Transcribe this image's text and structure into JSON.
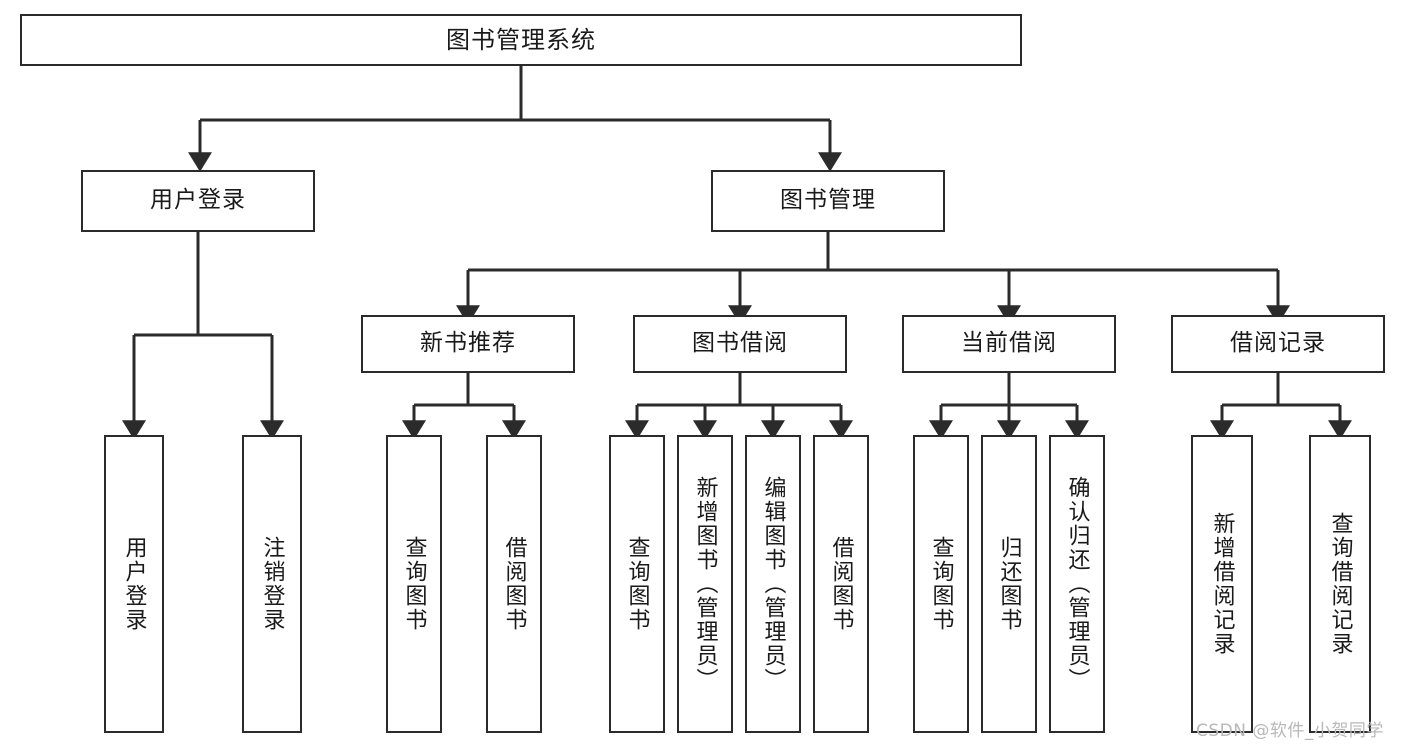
{
  "diagram": {
    "type": "tree-hierarchy",
    "title_node": {
      "id": "root",
      "label": "图书管理系统"
    },
    "level1": [
      {
        "id": "user-login",
        "label": "用户登录"
      },
      {
        "id": "book-manage",
        "label": "图书管理"
      }
    ],
    "level2": [
      {
        "id": "new-book-rec",
        "label": "新书推荐",
        "parent": "book-manage"
      },
      {
        "id": "book-borrow",
        "label": "图书借阅",
        "parent": "book-manage"
      },
      {
        "id": "current-borrow",
        "label": "当前借阅",
        "parent": "book-manage"
      },
      {
        "id": "borrow-record",
        "label": "借阅记录",
        "parent": "book-manage"
      }
    ],
    "leaves": [
      {
        "id": "leaf-user-login",
        "label": "用户登录",
        "parent": "user-login"
      },
      {
        "id": "leaf-logout-login",
        "label": "注销登录",
        "parent": "user-login"
      },
      {
        "id": "leaf-query-book-1",
        "label": "查询图书",
        "parent": "new-book-rec"
      },
      {
        "id": "leaf-borrow-book-1",
        "label": "借阅图书",
        "parent": "new-book-rec"
      },
      {
        "id": "leaf-query-book-2",
        "label": "查询图书",
        "parent": "book-borrow"
      },
      {
        "id": "leaf-add-book",
        "label": "新增图书（管理员）",
        "parent": "book-borrow"
      },
      {
        "id": "leaf-edit-book",
        "label": "编辑图书（管理员）",
        "parent": "book-borrow"
      },
      {
        "id": "leaf-borrow-book-2",
        "label": "借阅图书",
        "parent": "book-borrow"
      },
      {
        "id": "leaf-query-book-3",
        "label": "查询图书",
        "parent": "current-borrow"
      },
      {
        "id": "leaf-return-book",
        "label": "归还图书",
        "parent": "current-borrow"
      },
      {
        "id": "leaf-confirm-return",
        "label": "确认归还（管理员）",
        "parent": "current-borrow"
      },
      {
        "id": "leaf-add-record",
        "label": "新增借阅记录",
        "parent": "borrow-record"
      },
      {
        "id": "leaf-query-record",
        "label": "查询借阅记录",
        "parent": "borrow-record"
      }
    ],
    "colors": {
      "stroke": "#2b2b2b",
      "fill": "#ffffff",
      "text": "#1a1a1a",
      "watermark": "#b8b8b8"
    }
  },
  "watermark": {
    "text": "CSDN @软件_小贺同学"
  }
}
